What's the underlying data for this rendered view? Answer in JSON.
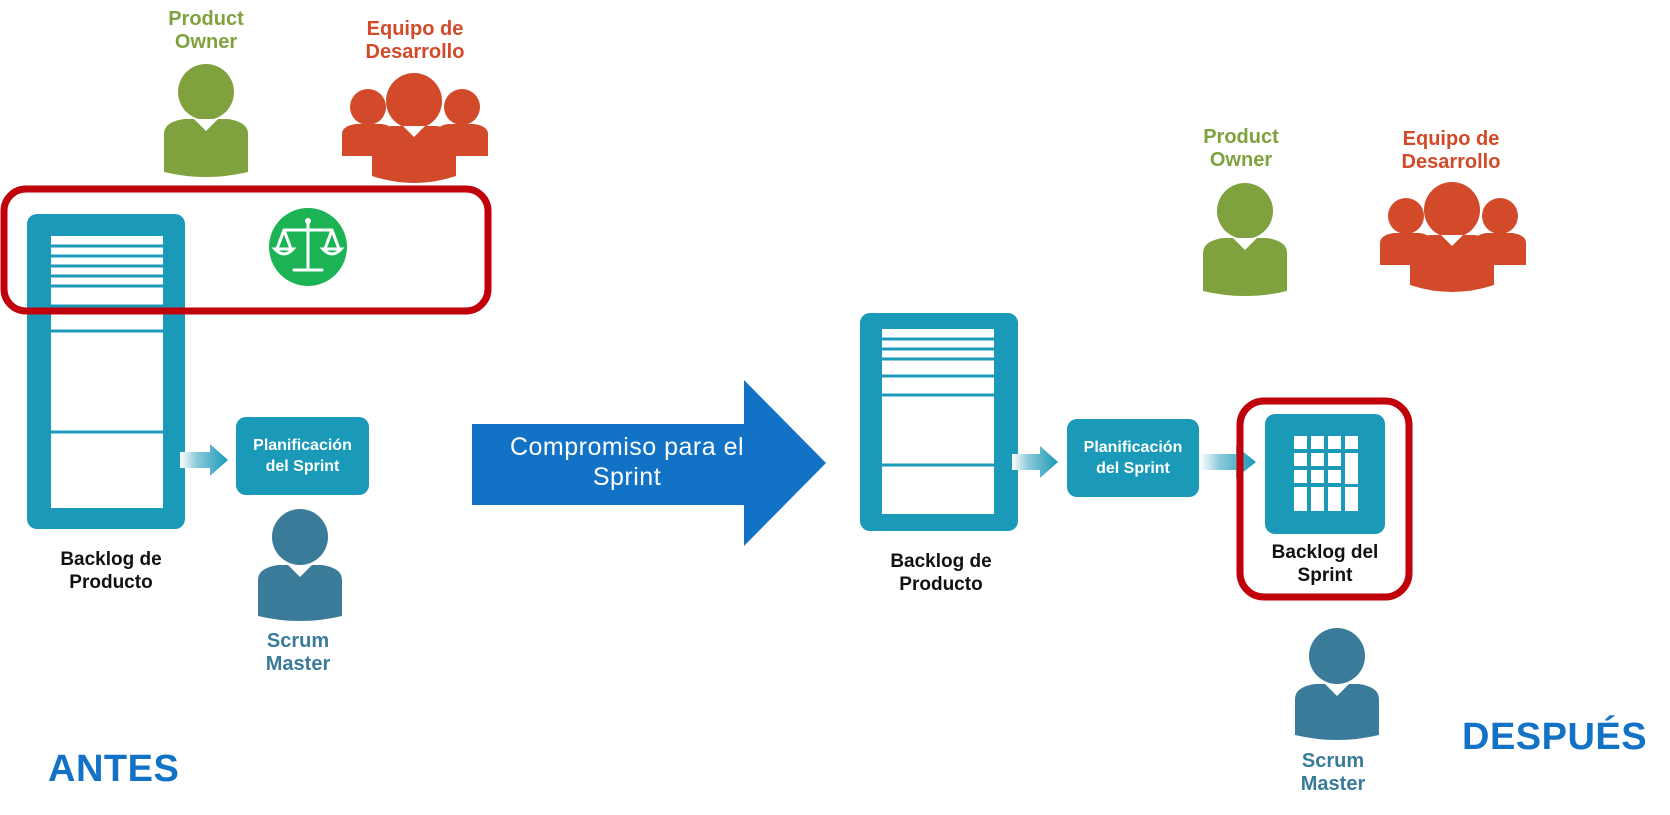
{
  "before": {
    "title": "ANTES",
    "product_owner": "Product\nOwner",
    "dev_team": "Equipo de\nDesarrollo",
    "backlog": "Backlog de\nProducto",
    "planning": "Planificación\ndel Sprint",
    "scrum_master": "Scrum\nMaster"
  },
  "transition": {
    "label": "Compromiso para el\nSprint"
  },
  "after": {
    "title": "DESPUÉS",
    "product_owner": "Product\nOwner",
    "dev_team": "Equipo de\nDesarrollo",
    "backlog": "Backlog de\nProducto",
    "planning": "Planificación\ndel Sprint",
    "sprint_backlog": "Backlog del\nSprint",
    "scrum_master": "Scrum\nMaster"
  },
  "colors": {
    "product_owner": "#7fa23f",
    "dev_team": "#d24a2a",
    "scrum_master": "#3b7b9a",
    "artifact": "#1a9ab8",
    "highlight": "#c0000b",
    "arrow": "#1273c6",
    "scale_badge": "#1bb354"
  },
  "icons": [
    "product-owner-person-icon",
    "dev-team-group-icon",
    "scrum-master-person-icon",
    "backlog-document-icon",
    "scale-balance-icon",
    "sprint-grid-icon",
    "flow-arrow-icon"
  ]
}
